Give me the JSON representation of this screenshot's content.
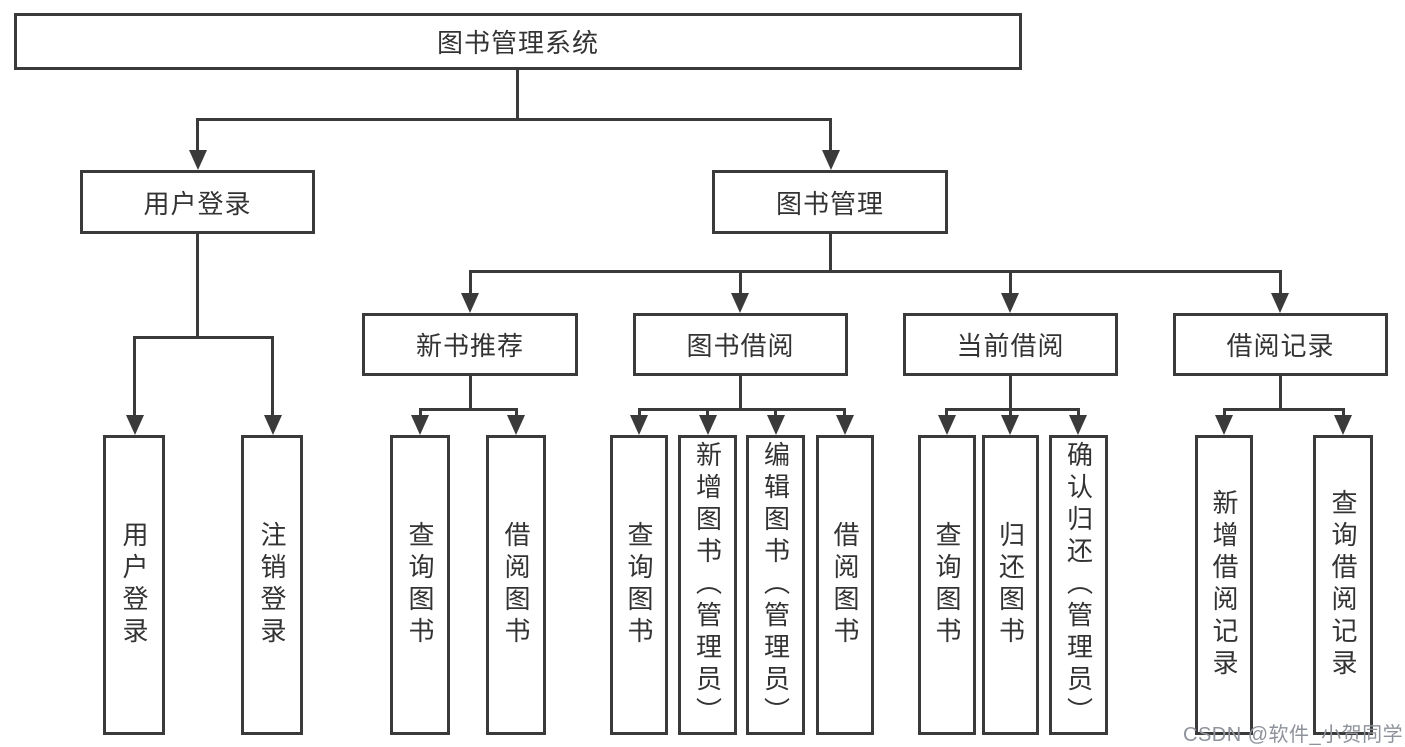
{
  "colors": {
    "line": "#3a3a3a",
    "text": "#333333",
    "watermark": "#8e929b",
    "background": "#ffffff"
  },
  "nodes": {
    "root": {
      "label": "图书管理系统"
    },
    "user_login": {
      "label": "用户登录"
    },
    "book_management": {
      "label": "图书管理"
    },
    "new_book_recommend": {
      "label": "新书推荐"
    },
    "book_borrowing": {
      "label": "图书借阅"
    },
    "current_borrowing": {
      "label": "当前借阅"
    },
    "borrowing_records": {
      "label": "借阅记录"
    },
    "user_login_leaf": {
      "label": "用户登录"
    },
    "logout_leaf": {
      "label": "注销登录"
    },
    "recommend_query_book": {
      "label": "查询图书"
    },
    "recommend_borrow_book": {
      "label": "借阅图书"
    },
    "borrowing_query_book": {
      "label": "查询图书"
    },
    "borrowing_add_book": {
      "label": "新增图书（管理员）"
    },
    "borrowing_edit_book": {
      "label": "编辑图书（管理员）"
    },
    "borrowing_borrow_book": {
      "label": "借阅图书"
    },
    "current_query_book": {
      "label": "查询图书"
    },
    "current_return_book": {
      "label": "归还图书"
    },
    "current_confirm_return": {
      "label": "确认归还（管理员）"
    },
    "records_add_record": {
      "label": "新增借阅记录"
    },
    "records_query_record": {
      "label": "查询借阅记录"
    }
  },
  "edges": [
    {
      "from": "图书管理系统",
      "to": "用户登录"
    },
    {
      "from": "图书管理系统",
      "to": "图书管理"
    },
    {
      "from": "用户登录",
      "to": "用户登录"
    },
    {
      "from": "用户登录",
      "to": "注销登录"
    },
    {
      "from": "图书管理",
      "to": "新书推荐"
    },
    {
      "from": "图书管理",
      "to": "图书借阅"
    },
    {
      "from": "图书管理",
      "to": "当前借阅"
    },
    {
      "from": "图书管理",
      "to": "借阅记录"
    },
    {
      "from": "新书推荐",
      "to": "查询图书"
    },
    {
      "from": "新书推荐",
      "to": "借阅图书"
    },
    {
      "from": "图书借阅",
      "to": "查询图书"
    },
    {
      "from": "图书借阅",
      "to": "新增图书（管理员）"
    },
    {
      "from": "图书借阅",
      "to": "编辑图书（管理员）"
    },
    {
      "from": "图书借阅",
      "to": "借阅图书"
    },
    {
      "from": "当前借阅",
      "to": "查询图书"
    },
    {
      "from": "当前借阅",
      "to": "归还图书"
    },
    {
      "from": "当前借阅",
      "to": "确认归还（管理员）"
    },
    {
      "from": "借阅记录",
      "to": "新增借阅记录"
    },
    {
      "from": "借阅记录",
      "to": "查询借阅记录"
    }
  ],
  "watermark": {
    "text": "CSDN @软件_小贺同学"
  }
}
